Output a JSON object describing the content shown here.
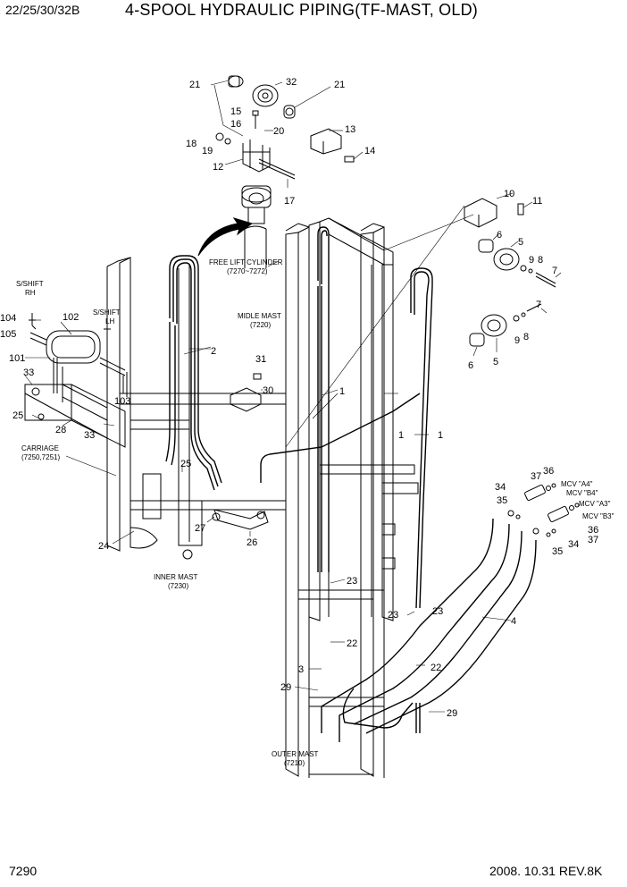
{
  "header": {
    "model": "22/25/30/32B",
    "title": "4-SPOOL HYDRAULIC PIPING(TF-MAST, OLD)"
  },
  "footer": {
    "page_number": "7290",
    "date_revision": "2008. 10.31  REV.8K"
  },
  "labels": {
    "free_lift_cylinder": "FREE LIFT CYLINDER",
    "free_lift_cylinder_code": "(7270~7272)",
    "midle_mast": "MIDLE MAST",
    "midle_mast_code": "(7220)",
    "sshift_rh_1": "S/SHIFT",
    "sshift_rh_2": "RH",
    "sshift_lh_1": "S/SHIFT",
    "sshift_lh_2": "LH",
    "carriage": "CARRIAGE",
    "carriage_code": "(7250,7251)",
    "inner_mast": "INNER MAST",
    "inner_mast_code": "(7230)",
    "outer_mast": "OUTER MAST",
    "outer_mast_code": "(7210)",
    "mcv_a4": "MCV \"A4\"",
    "mcv_b4": "MCV \"B4\"",
    "mcv_a3": "MCV \"A3\"",
    "mcv_b3": "MCV \"B3\""
  },
  "callouts": {
    "c21": "21",
    "c32": "32",
    "c15": "15",
    "c16": "16",
    "c20": "20",
    "c13": "13",
    "c18": "18",
    "c19": "19",
    "c14": "14",
    "c12": "12",
    "c17": "17",
    "c10": "10",
    "c11": "11",
    "c6": "6",
    "c5": "5",
    "c9": "9",
    "c8": "8",
    "c7": "7",
    "c104": "104",
    "c105": "105",
    "c102": "102",
    "c101": "101",
    "c33": "33",
    "c2": "2",
    "c31": "31",
    "c30": "30",
    "c103": "103",
    "c1": "1",
    "c25": "25",
    "c28": "28",
    "c34": "34",
    "c35": "35",
    "c37": "37",
    "c36": "36",
    "c24": "24",
    "c27": "27",
    "c26": "26",
    "c23": "23",
    "c4": "4",
    "c22": "22",
    "c3": "3",
    "c29": "29"
  }
}
